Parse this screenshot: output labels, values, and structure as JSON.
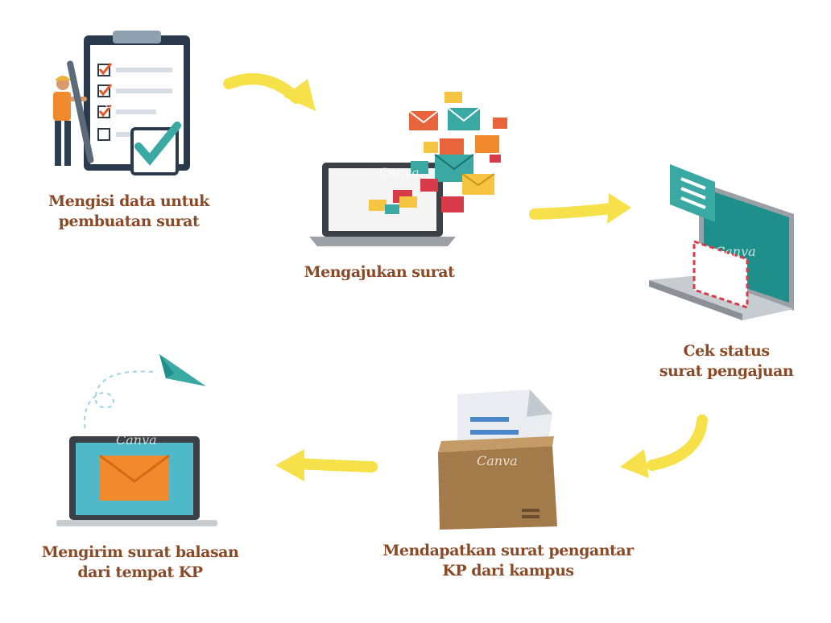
{
  "steps": [
    {
      "id": "fill-data",
      "lines": [
        "Mengisi data  untuk",
        "pembuatan surat"
      ]
    },
    {
      "id": "submit",
      "lines": [
        "Mengajukan surat"
      ]
    },
    {
      "id": "check-status",
      "lines": [
        "Cek status",
        "surat pengajuan"
      ]
    },
    {
      "id": "get-letter",
      "lines": [
        "Mendapatkan surat pengantar",
        "KP dari kampus"
      ]
    },
    {
      "id": "send-reply",
      "lines": [
        "Mengirim surat balasan",
        "dari tempat KP"
      ]
    }
  ],
  "watermark": "Canva",
  "colors": {
    "label": "#8a4a27",
    "arrow": "#f7e14b",
    "teal": "#3aa9a4"
  }
}
